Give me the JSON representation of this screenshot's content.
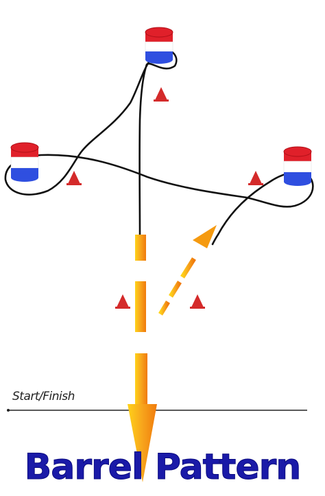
{
  "title": "Barrel Pattern",
  "start_finish_label": "Start/Finish",
  "colors": {
    "barrel_red": "#e0202a",
    "barrel_white": "#ffffff",
    "barrel_blue": "#2f4fe0",
    "cone": "#d42a2a",
    "path_line": "#111111",
    "arrow_orange": "#f59a10",
    "arrow_yellow": "#ffd21a",
    "title": "#1a1aa8"
  },
  "barrels": [
    {
      "name": "barrel-top",
      "icon": "barrel-icon"
    },
    {
      "name": "barrel-left",
      "icon": "barrel-icon"
    },
    {
      "name": "barrel-right",
      "icon": "barrel-icon"
    }
  ],
  "cones": [
    {
      "name": "cone-top",
      "icon": "cone-icon"
    },
    {
      "name": "cone-left",
      "icon": "cone-icon"
    },
    {
      "name": "cone-right",
      "icon": "cone-icon"
    },
    {
      "name": "cone-lower-left",
      "icon": "cone-icon"
    },
    {
      "name": "cone-lower-right",
      "icon": "cone-icon"
    }
  ]
}
